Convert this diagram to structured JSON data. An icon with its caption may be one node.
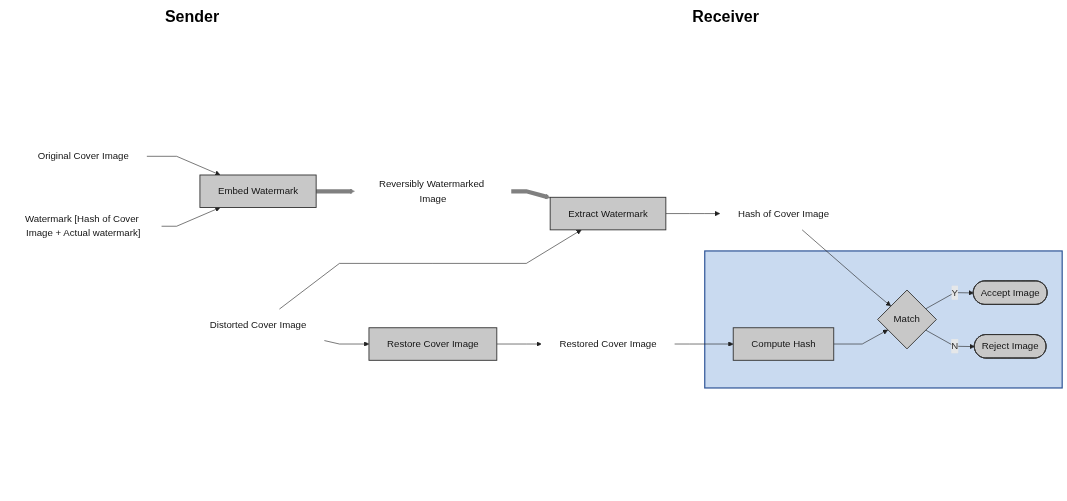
{
  "diagram": {
    "nodes": [
      {
        "text": [
          "Original Cover Image"
        ]
      },
      {
        "text": [
          "Embed Watermark"
        ]
      },
      {
        "text": [
          "Watermark [Hash of Cover Image + Actual watermark]"
        ]
      },
      {
        "text": [
          "Reversibly Watermarked Image"
        ]
      },
      {
        "text": [
          "Distorted Cover Image"
        ]
      },
      {
        "text": [
          "Extract Watermark"
        ]
      },
      {
        "text": [
          "Restore Cover Image"
        ]
      },
      {
        "text": [
          "Hash of Cover Image"
        ]
      },
      {
        "text": [
          "Restored Cover Image"
        ]
      },
      {
        "text": [],
        "shape": "box"
      },
      {
        "text": [
          "Accept Image"
        ],
        "in": 9
      },
      {
        "text": [
          "Match"
        ],
        "in": 9
      },
      {
        "text": [
          "Compute Hash"
        ],
        "in": 9
      },
      {
        "text": [
          "Reject Image"
        ],
        "in": 9
      }
    ],
    "edges": [
      {
        "from": 0,
        "to": 1,
        "arrow": "to"
      },
      {
        "from": 2,
        "to": 1,
        "arrow": "to"
      },
      {
        "from": 1,
        "to": 3,
        "arrow": "to",
        "style": "thick",
        "color": "#808080"
      },
      {
        "from": 3,
        "to": 5,
        "arrow": "to",
        "style": "thick",
        "color": "#808080"
      },
      {
        "from": 4,
        "to": 5,
        "arrow": "to"
      },
      {
        "from": 4,
        "to": 6,
        "arrow": "to"
      },
      {
        "from": 5,
        "to": 7,
        "arrow": "to"
      },
      {
        "from": 6,
        "to": 8,
        "arrow": "to"
      },
      {
        "from": 7,
        "to": 11,
        "arrow": "to"
      },
      {
        "from": 8,
        "to": 12,
        "arrow": "to"
      },
      {
        "from": 12,
        "to": 11,
        "arrow": "to"
      },
      {
        "from": 11,
        "to": 10,
        "label": "Y",
        "arrow": "to"
      },
      {
        "from": 11,
        "to": 13,
        "label": "N",
        "arrow": "to"
      }
    ],
    "labels": [
      "Sender",
      "Receiver"
    ]
  }
}
